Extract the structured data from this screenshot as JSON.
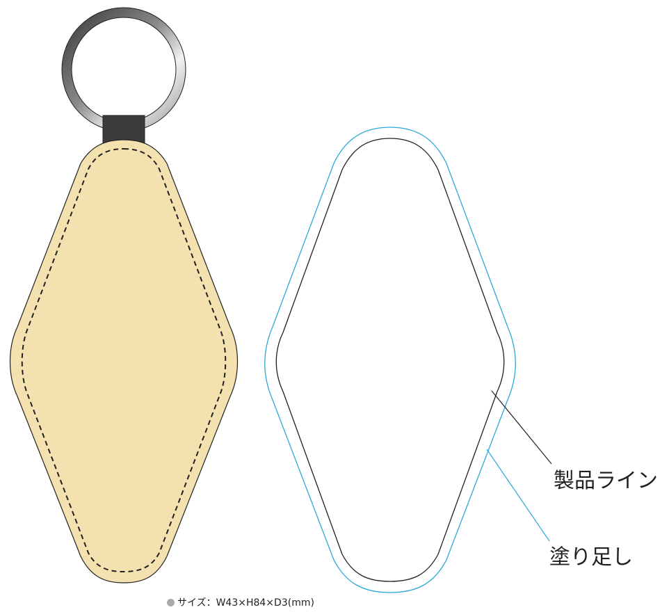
{
  "labels": {
    "product_line": "製品ライン",
    "bleed": "塗り足し"
  },
  "caption": {
    "text": "サイズ：W43×H84×D3(mm)"
  },
  "colors": {
    "leather_fill": "#f3e2b0",
    "outline": "#231f20",
    "stitch": "#231f20",
    "tab": "#3b3b3d",
    "ring_outer": "#4d4d4f",
    "ring_highlight": "#e6e6e6",
    "bleed_line": "#29a8d9",
    "caption_dot": "#a7a9ac"
  },
  "icons": {
    "caption_bullet": "filled-circle"
  }
}
